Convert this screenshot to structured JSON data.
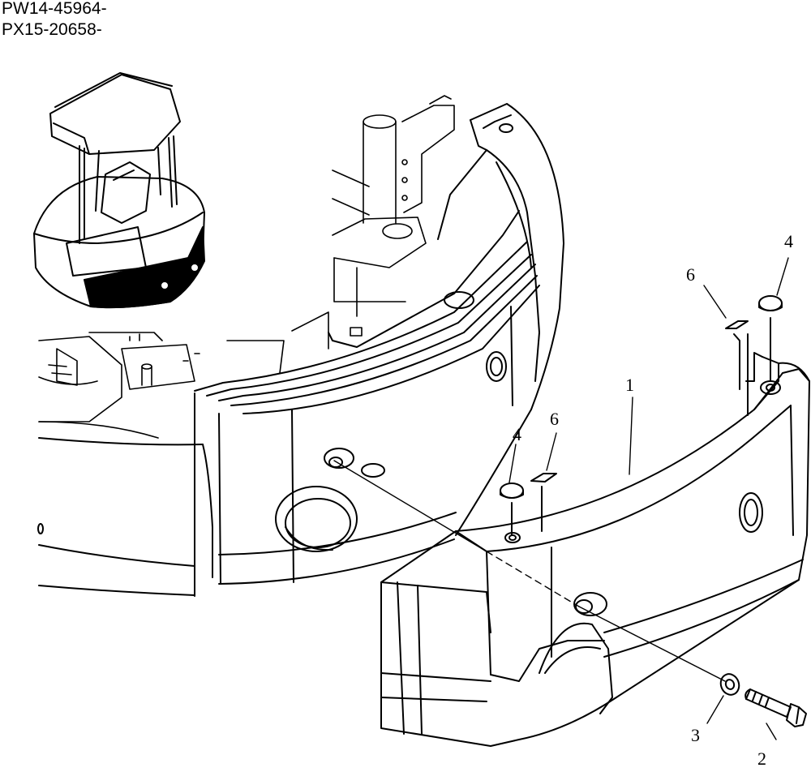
{
  "header": {
    "serials": [
      "PW14-45964-",
      "PX15-20658-"
    ]
  },
  "callouts": {
    "c1": "1",
    "c2": "2",
    "c3": "3",
    "c4a": "4",
    "c4b": "4",
    "c6a": "6",
    "c6b": "6"
  },
  "colors": {
    "ink": "#000000",
    "paper": "#ffffff",
    "highlight": "#000000"
  }
}
